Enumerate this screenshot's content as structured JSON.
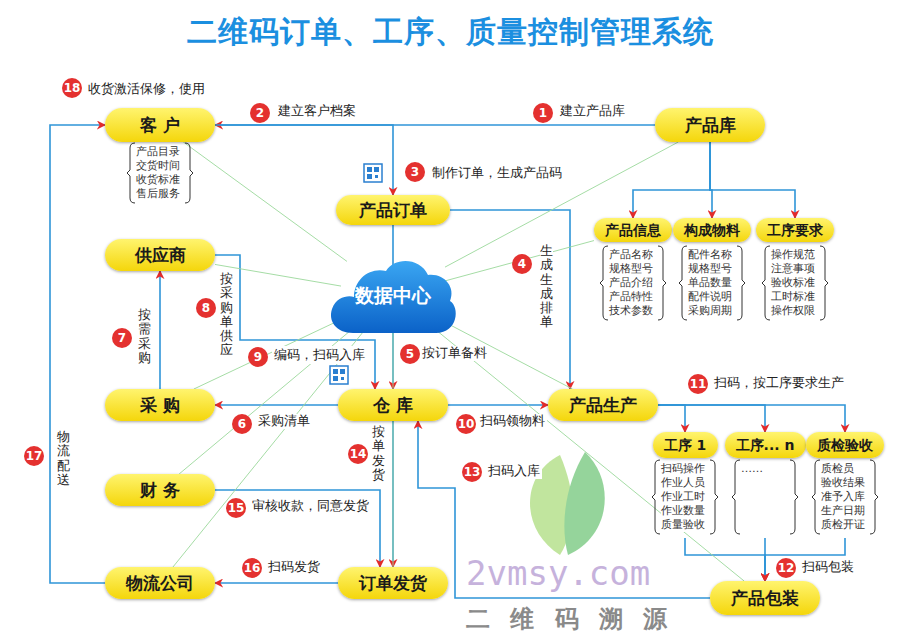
{
  "diagram": {
    "title": "二维码订单、工序、质量控制管理系统",
    "nodes": [
      {
        "text": [
          "客 户",
          "产品目录 交货时间 收货标准 售后服务"
        ]
      },
      {
        "text": [
          "产品库"
        ]
      },
      {
        "text": [
          "产品订单"
        ]
      },
      {
        "text": [
          "数据中心"
        ]
      },
      {
        "text": [
          "供应商"
        ]
      },
      {
        "text": [
          "产品信息",
          "产品名称 规格型号 产品介绍 产品特性 技术参数"
        ]
      },
      {
        "text": [
          "构成物料",
          "配件名称 规格型号 单品数量 配件说明 采购周期"
        ]
      },
      {
        "text": [
          "工序要求",
          "操作规范 注意事项 验收标准 工时标准 操作权限"
        ]
      },
      {
        "text": [
          "采 购"
        ]
      },
      {
        "text": [
          "仓 库"
        ]
      },
      {
        "text": [
          "产品生产"
        ]
      },
      {
        "text": [
          "财 务"
        ]
      },
      {
        "text": [
          "工序 1",
          "扫码操作 作业人员 作业工时 作业数量 质量验收"
        ]
      },
      {
        "text": [
          "工序... n",
          "……"
        ]
      },
      {
        "text": [
          "质检验收",
          "质检员 验收结果 准予入库 生产日期 质检开证"
        ]
      },
      {
        "text": [
          "物流公司"
        ]
      },
      {
        "text": [
          "订单发货"
        ]
      },
      {
        "text": [
          "产品包装"
        ]
      }
    ],
    "edges": [
      {
        "from": 1,
        "to": 0,
        "label": "建立产品库",
        "arrow": "to"
      },
      {
        "from": 0,
        "to": 2,
        "label": "建立客户档案",
        "arrow": "to"
      },
      {
        "from": 1,
        "to": 5,
        "arrow": "to"
      },
      {
        "from": 1,
        "to": 6,
        "arrow": "to"
      },
      {
        "from": 1,
        "to": 7,
        "arrow": "to"
      },
      {
        "from": 2,
        "to": 10,
        "label": "生成生成排单",
        "arrow": "to"
      },
      {
        "from": 2,
        "to": 9,
        "label": "按订单备料",
        "arrow": "to"
      },
      {
        "from": 9,
        "to": 8,
        "label": "采购清单",
        "arrow": "to"
      },
      {
        "from": 8,
        "to": 4,
        "label": "按需采购",
        "arrow": "to"
      },
      {
        "from": 4,
        "to": 9,
        "label": "按采购单供应",
        "arrow": "to"
      },
      {
        "from": 9,
        "to": 10,
        "label": "扫码领物料",
        "arrow": "to"
      },
      {
        "from": 10,
        "to": 12,
        "arrow": "to"
      },
      {
        "from": 10,
        "to": 13,
        "arrow": "to"
      },
      {
        "from": 10,
        "to": 14,
        "label": "扫码，按工序要求生产",
        "arrow": "to"
      },
      {
        "from": 12,
        "to": 17,
        "arrow": "to"
      },
      {
        "from": 13,
        "to": 17,
        "label": "扫码包装",
        "arrow": "to"
      },
      {
        "from": 14,
        "to": 17,
        "arrow": "to"
      },
      {
        "from": 17,
        "to": 9,
        "label": "扫码入库",
        "arrow": "to"
      },
      {
        "from": 9,
        "to": 16,
        "label": "按单发货",
        "arrow": "to"
      },
      {
        "from": 11,
        "to": 16,
        "label": "审核收款，同意发货",
        "arrow": "to"
      },
      {
        "from": 16,
        "to": 15,
        "label": "扫码发货",
        "arrow": "to"
      },
      {
        "from": 15,
        "to": 0,
        "label": "物流配送",
        "arrow": "to"
      },
      {
        "from": 3,
        "to": 0,
        "arrow": "none"
      },
      {
        "from": 3,
        "to": 1,
        "arrow": "none"
      },
      {
        "from": 3,
        "to": 4,
        "arrow": "none"
      },
      {
        "from": 3,
        "to": 8,
        "arrow": "none"
      },
      {
        "from": 3,
        "to": 11,
        "arrow": "none"
      },
      {
        "from": 3,
        "to": 15,
        "arrow": "none"
      },
      {
        "from": 3,
        "to": 16,
        "arrow": "none"
      },
      {
        "from": 3,
        "to": 10,
        "arrow": "none"
      },
      {
        "from": 3,
        "to": 17,
        "arrow": "none"
      },
      {
        "from": 3,
        "to": 5,
        "arrow": "none"
      }
    ],
    "labels": [
      "18",
      "收货激活保修，使用",
      "1",
      "2",
      "3",
      "制作订单，生成产品码",
      "4",
      "5",
      "6",
      "7",
      "8",
      "9",
      "编码，扫码入库",
      "10",
      "11",
      "12",
      "13",
      "14",
      "15",
      "16",
      "17",
      "2vmsy.com",
      "二 维 码 溯 源"
    ]
  }
}
